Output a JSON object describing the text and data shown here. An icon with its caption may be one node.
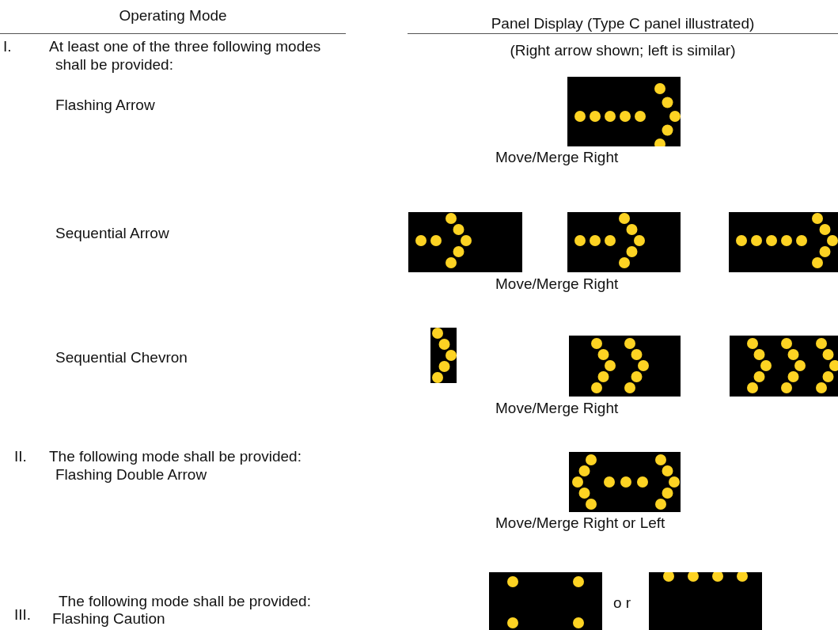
{
  "diagram": {
    "labels": [
      "Operating Mode",
      "Panel Display (Type C panel illustrated)",
      "I.",
      "At least one of the three following modes shall be provided:",
      "(Right arrow shown; left is similar)",
      "Flashing Arrow",
      "Move/Merge Right",
      "Sequential Arrow",
      "Move/Merge Right",
      "Sequential Chevron",
      "Move/Merge Right",
      "II.",
      "The following mode shall be provided:",
      "Flashing Double Arrow",
      "Move/Merge Right or Left",
      "III.",
      "The following mode shall be provided:",
      "Flashing Caution",
      "o r"
    ]
  }
}
